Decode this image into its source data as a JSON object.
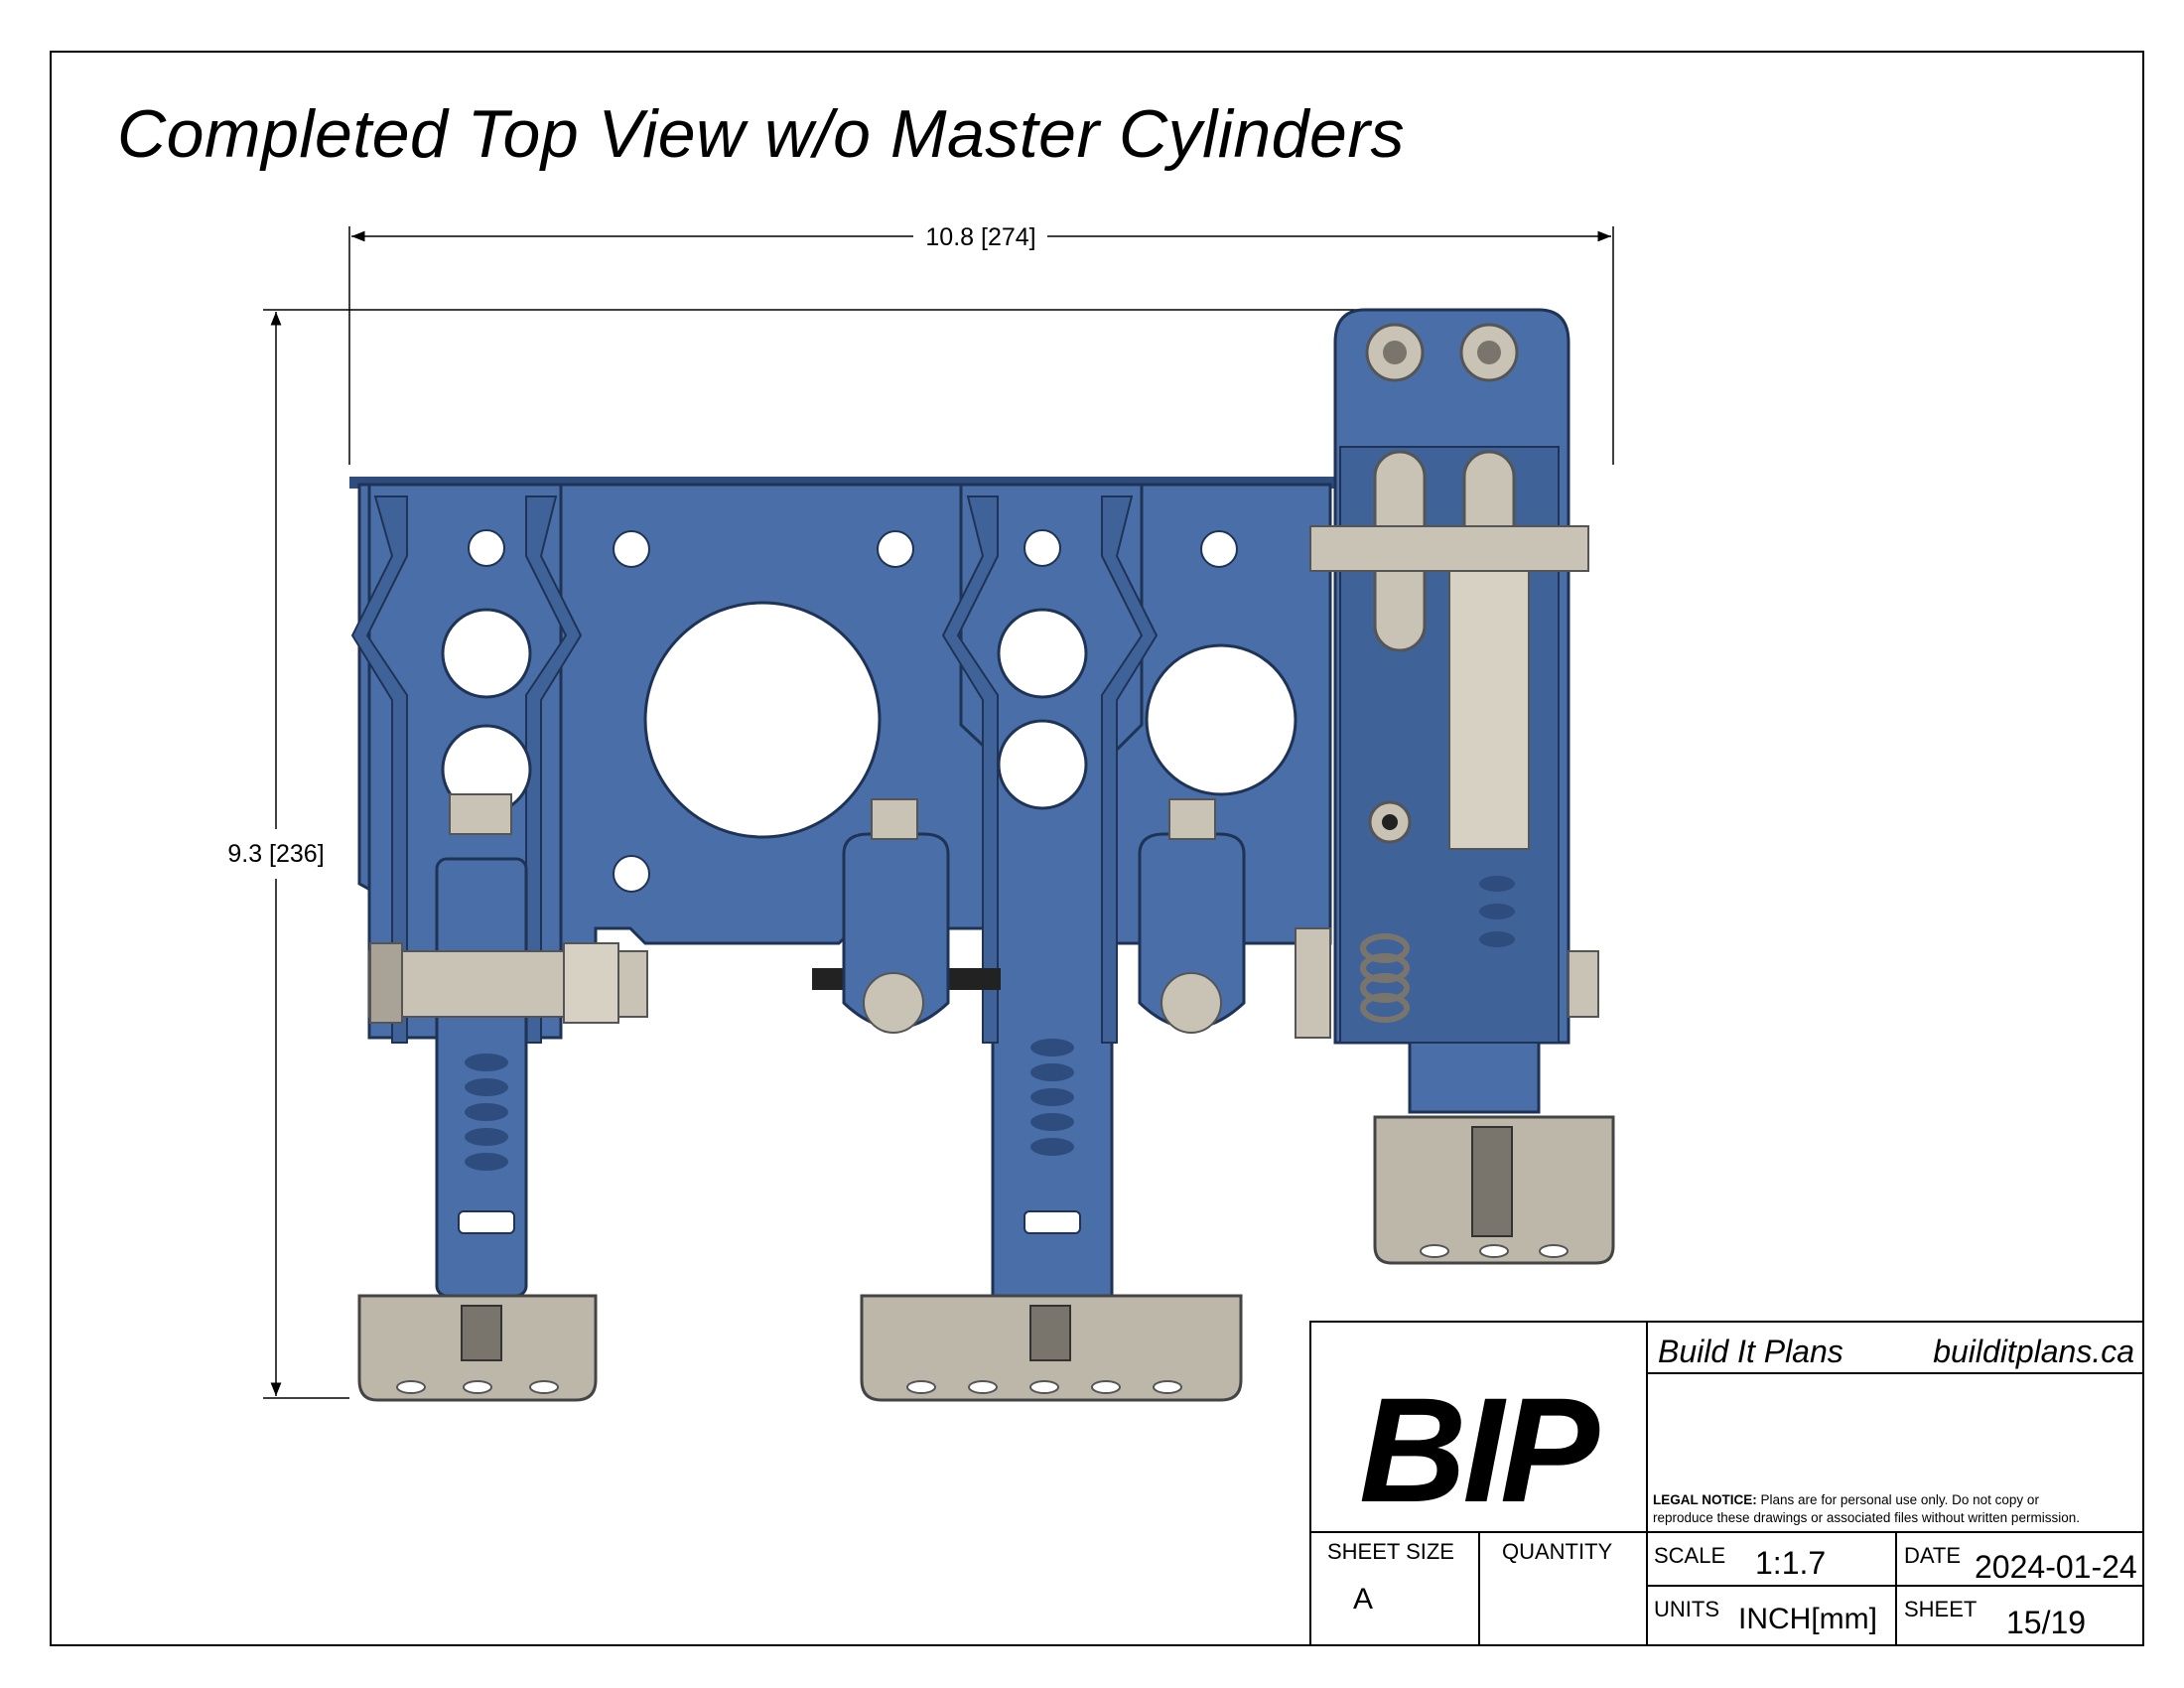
{
  "title": "Completed Top View w/o Master Cylinders",
  "dimensions": {
    "width_label": "10.8 [274]",
    "height_label": "9.3 [236]"
  },
  "colors": {
    "part_blue": "#4a6fa8",
    "part_blue_dark": "#2e4c7d",
    "hardware_steel": "#c9c3b6",
    "hardware_dark": "#7a756c",
    "line": "#000000"
  },
  "title_block": {
    "logo": "BIP",
    "company": "Build It Plans",
    "website": "builditplans.ca",
    "legal_heading": "LEGAL NOTICE:",
    "legal_text_line1": "Plans are for personal use only. Do not copy or",
    "legal_text_line2": "reproduce these drawings or associated files without written permission.",
    "sheet_size_label": "SHEET SIZE",
    "sheet_size_value": "A",
    "quantity_label": "QUANTITY",
    "quantity_value": "",
    "scale_label": "SCALE",
    "scale_value": "1:1.7",
    "date_label": "DATE",
    "date_value": "2024-01-24",
    "units_label": "UNITS",
    "units_value": "INCH[mm]",
    "sheet_label": "SHEET",
    "sheet_value": "15/19"
  }
}
